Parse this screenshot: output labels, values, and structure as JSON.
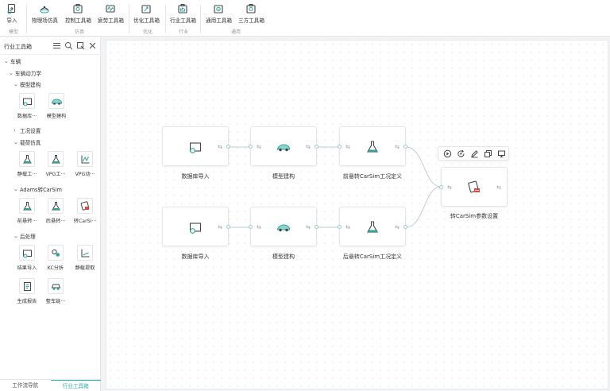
{
  "ribbon": {
    "buttons": {
      "import": "导入",
      "physical_sim": "物理场仿真",
      "control_toolbox": "控制工具箱",
      "fatigue_toolbox": "疲劳工具箱",
      "optimize_toolbox": "优化工具箱",
      "industry_toolbox": "行业工具箱",
      "general_toolbox": "通用工具箱",
      "thirdparty_toolbox": "三方工具箱"
    },
    "groups": {
      "model": "模型",
      "simulation": "仿真",
      "optimize": "优化",
      "industry": "行业",
      "general": "通用"
    }
  },
  "panel": {
    "title": "行业工具箱",
    "tree": {
      "vehicle": "车辆",
      "vehicle_dynamics": "车辆动力学",
      "model_build": "模型建构",
      "condition_settings": "工况设置",
      "load_sim": "载荷仿真",
      "adams_carsim": "Adams转CarSim",
      "post_processing": "后处理"
    },
    "tools": {
      "db_import": "数据库···",
      "model_build": "模型建构",
      "static_load": "静载工···",
      "vpg_a": "VPG工···",
      "vpg_b": "VPG动···",
      "front_susp": "前悬转···",
      "rear_susp": "后悬转···",
      "carsim": "转CarSi···",
      "result_import": "结果导入",
      "kc_analysis": "KC分析",
      "static_extract": "静载提取",
      "gen_report": "生成报告",
      "vehicle_perf": "整车链···"
    },
    "tabs": {
      "workflow_nav": "工作流导航",
      "industry_toolbox": "行业工具箱"
    }
  },
  "canvas": {
    "nodes": {
      "db_import_1": "数据库导入",
      "model_build_1": "模型建构",
      "front_carsim": "前悬转CarSim工况定义",
      "db_import_2": "数据库导入",
      "model_build_2": "模型建构",
      "rear_carsim": "后悬转CarSim工况定义",
      "carsim_params": "转CarSim参数设置"
    },
    "port_glyph": "⇆"
  },
  "colors": {
    "accent": "#2bb5b0",
    "icon_teal": "#27a6a0",
    "icon_dark": "#444444",
    "icon_red": "#e0473f"
  }
}
